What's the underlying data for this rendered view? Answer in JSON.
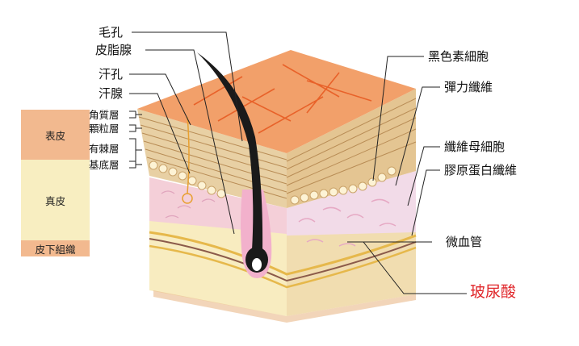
{
  "legend": {
    "epidermis": "表皮",
    "dermis": "真皮",
    "subcutis": "皮下組織"
  },
  "sublayers": {
    "stratum_corneum": "角質層",
    "stratum_granulosum": "顆粒層",
    "stratum_spinosum": "有棘層",
    "stratum_basale": "基底層"
  },
  "labels_left": {
    "pore": "毛孔",
    "sebaceous_gland": "皮脂腺",
    "sweat_pore": "汗孔",
    "sweat_gland": "汗腺"
  },
  "labels_right": {
    "melanocyte": "黑色素細胞",
    "elastin": "彈力纖維",
    "fibroblast": "纖維母細胞",
    "collagen": "膠原蛋白纖維",
    "capillary": "微血管",
    "hyaluronic_acid": "玻尿酸"
  },
  "colors": {
    "epidermis_legend": "#f2b98f",
    "dermis_legend": "#f8eec1",
    "subcutis_legend": "#f2b98f",
    "skin_top": "#f2a06a",
    "cell_layer": "#e4c592",
    "dermis_pink": "#f7d9e6",
    "fat": "#f8ecc0",
    "hair": "#1a1a1a",
    "highlight_red": "#e0262a"
  }
}
